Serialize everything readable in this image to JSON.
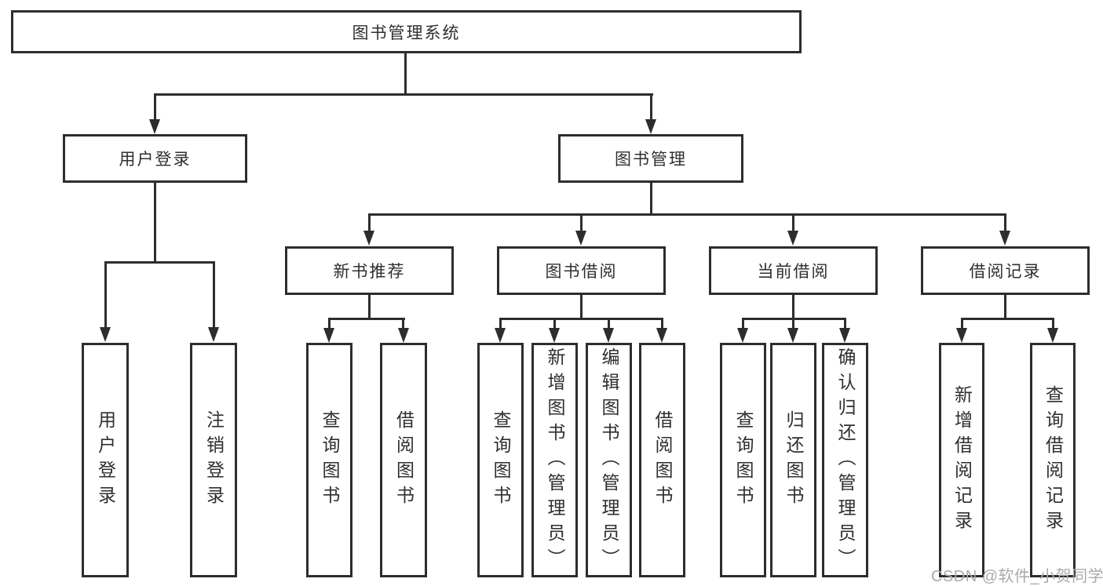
{
  "tree": {
    "root": {
      "label": "图书管理系统",
      "children": [
        {
          "label": "用户登录",
          "children": [
            {
              "label": "用户登录"
            },
            {
              "label": "注销登录"
            }
          ]
        },
        {
          "label": "图书管理",
          "children": [
            {
              "label": "新书推荐",
              "children": [
                {
                  "label": "查询图书"
                },
                {
                  "label": "借阅图书"
                }
              ]
            },
            {
              "label": "图书借阅",
              "children": [
                {
                  "label": "查询图书"
                },
                {
                  "label": "新增图书（管理员）"
                },
                {
                  "label": "编辑图书（管理员）"
                },
                {
                  "label": "借阅图书"
                }
              ]
            },
            {
              "label": "当前借阅",
              "children": [
                {
                  "label": "查询图书"
                },
                {
                  "label": "归还图书"
                },
                {
                  "label": "确认归还（管理员）"
                }
              ]
            },
            {
              "label": "借阅记录",
              "children": [
                {
                  "label": "新增借阅记录"
                },
                {
                  "label": "查询借阅记录"
                }
              ]
            }
          ]
        }
      ]
    }
  },
  "watermark": {
    "text": "CSDN @软件_小贺同学"
  },
  "colors": {
    "line": "#2d2d2d",
    "text": "#2f2f2f",
    "background": "#ffffff",
    "watermark": "#ababab"
  }
}
